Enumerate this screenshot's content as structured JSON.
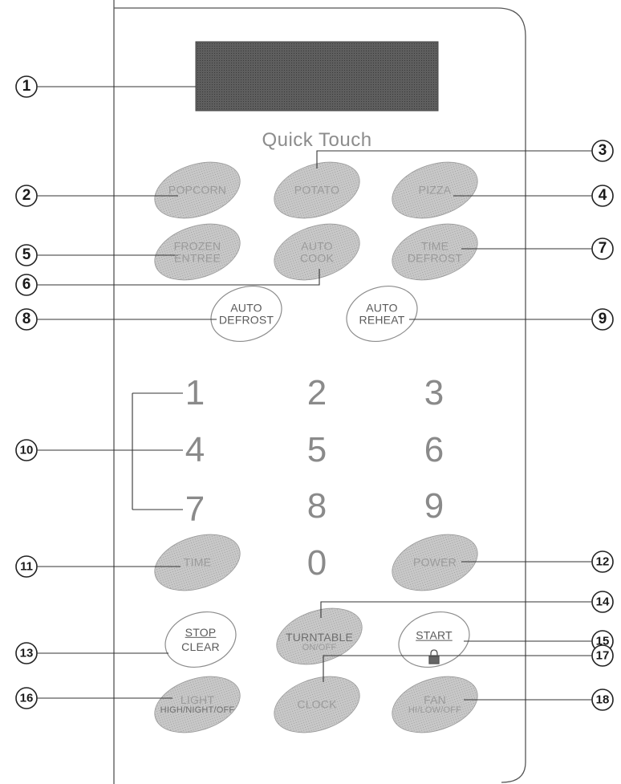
{
  "title": "Quick Touch",
  "buttons": {
    "popcorn": "POPCORN",
    "potato": "POTATO",
    "pizza": "PIZZA",
    "frozen_entree": [
      "FROZEN",
      "ENTREE"
    ],
    "auto_cook": [
      "AUTO",
      "COOK"
    ],
    "time_defrost": [
      "TIME",
      "DEFROST"
    ],
    "auto_defrost": [
      "AUTO",
      "DEFROST"
    ],
    "auto_reheat": [
      "AUTO",
      "REHEAT"
    ],
    "time": "TIME",
    "power": "POWER",
    "stop_clear": [
      "STOP",
      "CLEAR"
    ],
    "turntable": [
      "TURNTABLE",
      "ON/OFF"
    ],
    "start": "START",
    "light": [
      "LIGHT",
      "HIGH/NIGHT/OFF"
    ],
    "clock": "CLOCK",
    "fan": [
      "FAN",
      "HI/LOW/OFF"
    ]
  },
  "digits": [
    "1",
    "2",
    "3",
    "4",
    "5",
    "6",
    "7",
    "8",
    "9",
    "0"
  ],
  "callouts": [
    "1",
    "2",
    "3",
    "4",
    "5",
    "6",
    "7",
    "8",
    "9",
    "10",
    "11",
    "12",
    "13",
    "14",
    "15",
    "16",
    "17",
    "18"
  ],
  "icons": {
    "start_lock": "lock-icon"
  },
  "colors": {
    "dark_button": "#bdbdbd",
    "outline_button": "#9a9a9a",
    "display": "#5a5a5a"
  }
}
